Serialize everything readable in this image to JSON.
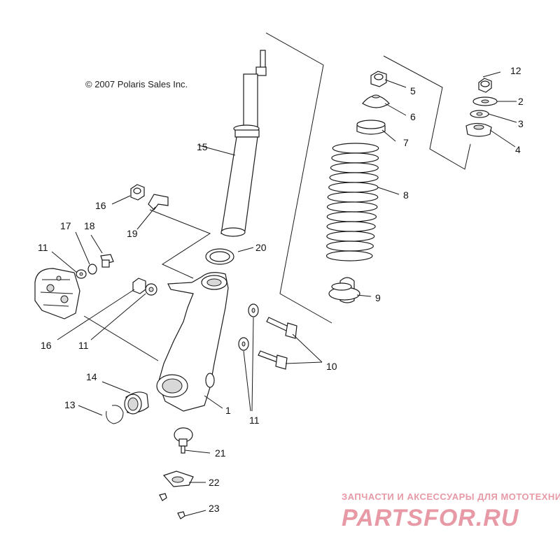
{
  "copyright": "© 2007 Polaris Sales Inc.",
  "callouts": [
    "1",
    "2",
    "3",
    "4",
    "5",
    "6",
    "7",
    "8",
    "9",
    "10",
    "10",
    "11",
    "11",
    "11",
    "11",
    "12",
    "13",
    "14",
    "15",
    "16",
    "16",
    "17",
    "18",
    "19",
    "20",
    "21",
    "22",
    "23"
  ],
  "watermark": {
    "tagline": "ЗАПЧАСТИ И АКСЕССУАРЫ ДЛЯ МОТОТЕХНИКИ",
    "logo": "PARTSFOR.RU",
    "color": "#e79aa6"
  }
}
